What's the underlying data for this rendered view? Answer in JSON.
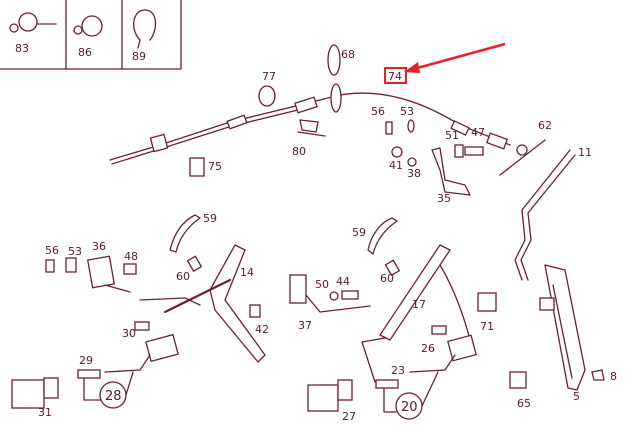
{
  "diagram": {
    "highlight_color": "#e8202a",
    "line_color": "#6b2030",
    "highlighted_part": "74",
    "inset_labels": [
      "83",
      "86",
      "89"
    ],
    "labels": {
      "p68": "68",
      "p77": "77",
      "p74": "74",
      "p56a": "56",
      "p53a": "53",
      "p51": "51",
      "p47": "47",
      "p62": "62",
      "p80": "80",
      "p75": "75",
      "p41": "41",
      "p38": "38",
      "p11": "11",
      "p35": "35",
      "p59a": "59",
      "p56b": "56",
      "p53b": "53",
      "p36": "36",
      "p48": "48",
      "p60a": "60",
      "p14": "14",
      "p59b": "59",
      "p60b": "60",
      "p50": "50",
      "p44": "44",
      "p37": "37",
      "p17": "17",
      "p42": "42",
      "p30": "30",
      "p71": "71",
      "p29": "29",
      "p28": "28",
      "p31": "31",
      "p26": "26",
      "p23": "23",
      "p20": "20",
      "p27": "27",
      "p65": "65",
      "p8": "8",
      "p5": "5"
    }
  }
}
